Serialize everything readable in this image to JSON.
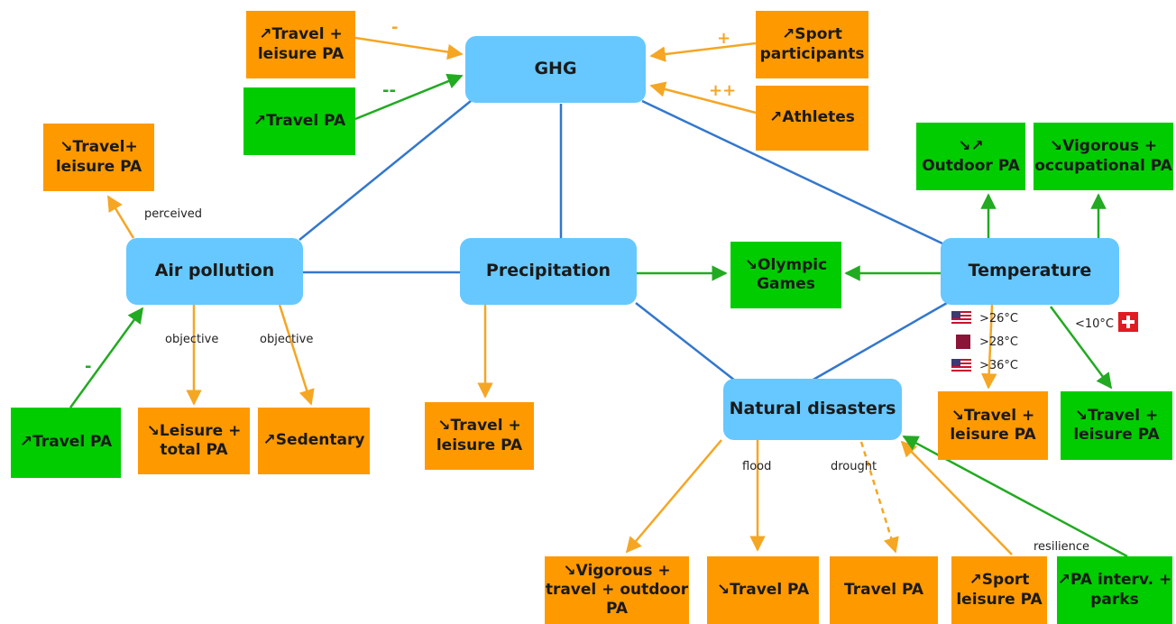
{
  "colors": {
    "hub": "#66c8ff",
    "orange": "#ff9900",
    "green": "#00cc00",
    "line": "#3377cc"
  },
  "hubs": {
    "ghg": "GHG",
    "air": "Air pollution",
    "precip": "Precipitation",
    "temp": "Temperature",
    "natural": "Natural disasters"
  },
  "boxes": {
    "ghg_travel_leisure": "↗Travel +\nleisure PA",
    "ghg_travel": "↗Travel PA",
    "ghg_sport": "↗Sport\nparticipants",
    "ghg_athletes": "↗Athletes",
    "air_travel_leisure": "↘Travel+\nleisure PA",
    "air_travel": "↗Travel PA",
    "air_leisure_total": "↘Leisure +\ntotal PA",
    "air_sedentary": "↗Sedentary",
    "precip_travel_leisure": "↘Travel +\nleisure PA",
    "olympic": "↘Olympic\nGames",
    "temp_outdoor": "↘↗\nOutdoor PA",
    "temp_vigorous": "↘Vigorous +\noccupational PA",
    "temp_travel_leisure_hot": "↘Travel +\nleisure PA",
    "temp_travel_leisure_cold": "↘Travel +\nleisure PA",
    "nd_vigorous": "↘Vigorous +\ntravel + outdoor\nPA",
    "nd_travel_flood": "↘Travel PA",
    "nd_travel_drought": "Travel PA",
    "nd_sport_leisure": "↗Sport\nleisure PA",
    "nd_pa_interv": "↗PA interv. +\nparks"
  },
  "edge_labels": {
    "perceived": "perceived",
    "objective_1": "objective",
    "objective_2": "objective",
    "flood": "flood",
    "drought": "drought",
    "resilience": "resilience",
    "gt26": ">26°C",
    "gt28": ">28°C",
    "gt36": ">36°C",
    "lt10": "<10°C"
  },
  "signs": {
    "ghg_travel_leisure": "-",
    "ghg_travel": "--",
    "ghg_sport": "+",
    "ghg_athletes": "++",
    "air_travel": "-"
  },
  "flags": {
    "us_1": "us-flag",
    "qatar": "qatar-flag",
    "us_2": "us-flag",
    "swiss": "swiss-flag"
  }
}
